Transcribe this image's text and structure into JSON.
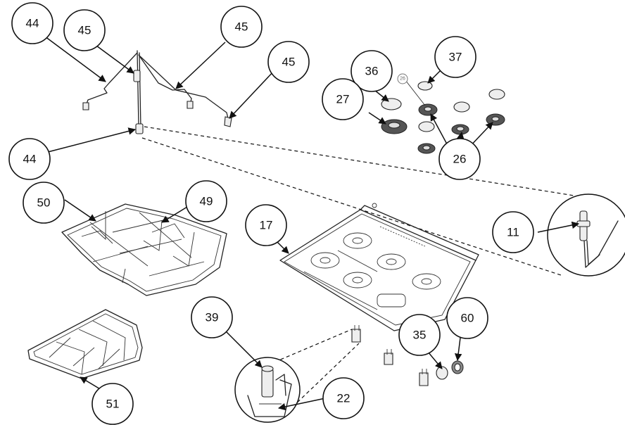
{
  "callouts": [
    {
      "id": "c44a",
      "label": "44"
    },
    {
      "id": "c45a",
      "label": "45"
    },
    {
      "id": "c45b",
      "label": "45"
    },
    {
      "id": "c45c",
      "label": "45"
    },
    {
      "id": "c44b",
      "label": "44"
    },
    {
      "id": "c36",
      "label": "36"
    },
    {
      "id": "c37",
      "label": "37"
    },
    {
      "id": "c27",
      "label": "27"
    },
    {
      "id": "c26",
      "label": "26"
    },
    {
      "id": "c50",
      "label": "50"
    },
    {
      "id": "c49",
      "label": "49"
    },
    {
      "id": "c17",
      "label": "17"
    },
    {
      "id": "c11",
      "label": "11"
    },
    {
      "id": "c39",
      "label": "39"
    },
    {
      "id": "c35",
      "label": "35"
    },
    {
      "id": "c60",
      "label": "60"
    },
    {
      "id": "c22",
      "label": "22"
    },
    {
      "id": "c51",
      "label": "51"
    }
  ],
  "small_callout": {
    "label": "26"
  }
}
